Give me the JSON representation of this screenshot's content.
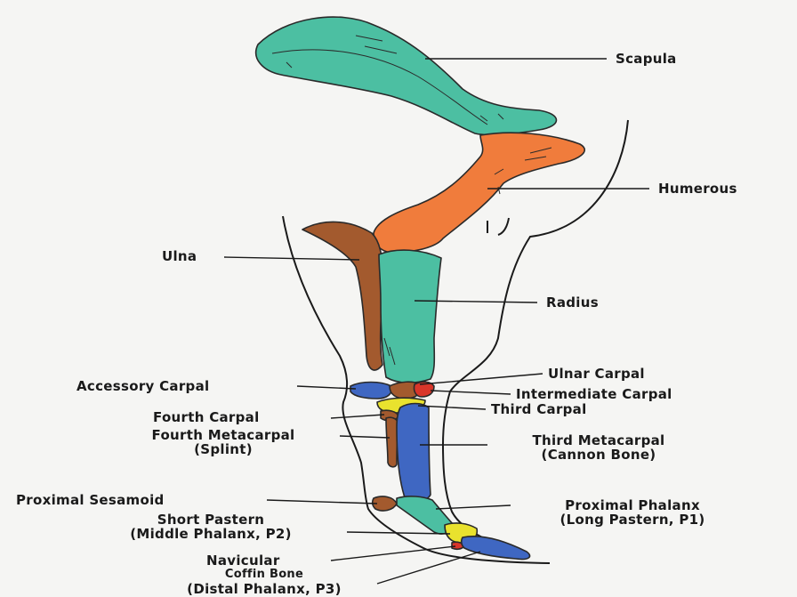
{
  "colors": {
    "teal": "#4cbfa2",
    "orange": "#f07c3c",
    "brown": "#a35a2e",
    "blue": "#3f67c2",
    "yellow": "#e9e22e",
    "red": "#d9362a",
    "paper": "#f5f5f3"
  },
  "labels": {
    "scapula": "Scapula",
    "humerous": "Humerous",
    "ulna": "Ulna",
    "radius": "Radius",
    "ulnar_carpal": "Ulnar Carpal",
    "accessory_carpal": "Accessory Carpal",
    "intermediate_carpal": "Intermediate Carpal",
    "third_carpal": "Third Carpal",
    "fourth_carpal": "Fourth Carpal",
    "fourth_metacarpal": "Fourth Metacarpal",
    "fourth_metacarpal_sub": "(Splint)",
    "third_metacarpal": "Third Metacarpal",
    "third_metacarpal_sub": "(Cannon Bone)",
    "proximal_sesamoid": "Proximal Sesamoid",
    "proximal_phalanx": "Proximal Phalanx",
    "proximal_phalanx_sub": "(Long Pastern, P1)",
    "short_pastern": "Short Pastern",
    "short_pastern_sub": "(Middle Phalanx, P2)",
    "navicular": "Navicular",
    "coffin_bone": "Coffin Bone",
    "coffin_bone_sub": "(Distal Phalanx, P3)"
  }
}
